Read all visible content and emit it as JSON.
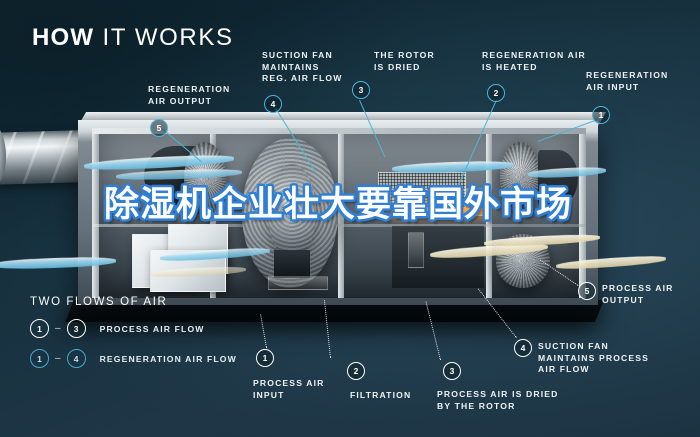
{
  "header": {
    "title_bold": "HOW",
    "title_rest": "IT WORKS"
  },
  "overlay": {
    "headline": "除湿机企业壮大要靠国外市场"
  },
  "callouts": [
    {
      "id": "regeneration-air-output",
      "number": "5",
      "text": "REGENERATION\nAIR OUTPUT",
      "style": "blue"
    },
    {
      "id": "suction-fan-reg",
      "number": "4",
      "text": "SUCTION FAN\nMAINTAINS\nREG. AIR FLOW",
      "style": "blue"
    },
    {
      "id": "the-rotor-is-dried",
      "number": "3",
      "text": "THE ROTOR\nIS DRIED",
      "style": "blue"
    },
    {
      "id": "regeneration-air-heated",
      "number": "2",
      "text": "REGENERATION AIR\nIS HEATED",
      "style": "blue"
    },
    {
      "id": "regeneration-air-input",
      "number": "1",
      "text": "REGENERATION\nAIR INPUT",
      "style": "blue"
    },
    {
      "id": "process-air-input",
      "number": "1",
      "text": "PROCESS AIR\nINPUT",
      "style": "white"
    },
    {
      "id": "filtration",
      "number": "2",
      "text": "FILTRATION",
      "style": "white"
    },
    {
      "id": "process-air-dried",
      "number": "3",
      "text": "PROCESS AIR IS DRIED\nBY THE ROTOR",
      "style": "white"
    },
    {
      "id": "suction-fan-process",
      "number": "4",
      "text": "SUCTION FAN\nMAINTAINS PROCESS\nAIR FLOW",
      "style": "white"
    },
    {
      "id": "process-air-output",
      "number": "5",
      "text": "PROCESS AIR\nOUTPUT",
      "style": "white"
    }
  ],
  "legend": {
    "heading": "TWO FLOWS OF AIR",
    "rows": [
      {
        "from": "1",
        "dash": "–",
        "to": "3",
        "label": "PROCESS AIR FLOW",
        "style": "white"
      },
      {
        "from": "1",
        "dash": "–",
        "to": "4",
        "label": "REGENERATION AIR FLOW",
        "style": "blue"
      }
    ]
  },
  "colors": {
    "background_dark": "#0d2430",
    "background_mid": "#1e3646",
    "accent_cyan": "#49b6d8",
    "text_white": "#ffffff",
    "heater_orange": "#ff8a1e",
    "overlay_outline": "#2f7fd6",
    "flow_blue": "#63b8dd",
    "flow_cream": "#ddd0a4"
  }
}
